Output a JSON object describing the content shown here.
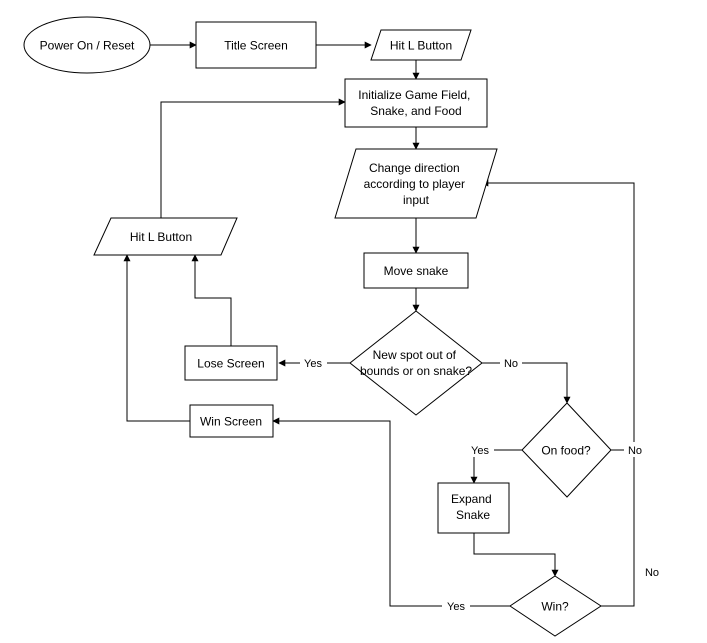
{
  "nodes": {
    "power_on": [
      "Power On / Reset"
    ],
    "title_screen": [
      "Title Screen"
    ],
    "hit_l_top": [
      "Hit L Button"
    ],
    "initialize": [
      "Initialize Game Field,",
      "Snake, and Food"
    ],
    "change_direction": [
      "Change direction",
      "according to player",
      "input"
    ],
    "move_snake": [
      "Move snake"
    ],
    "out_of_bounds": [
      "New spot out of",
      "bounds or on snake?"
    ],
    "lose_screen": [
      "Lose Screen"
    ],
    "hit_l_left": [
      "Hit L Button"
    ],
    "win_screen": [
      "Win Screen"
    ],
    "on_food": [
      "On food?"
    ],
    "expand_snake": [
      "Expand",
      "Snake"
    ],
    "win_check": [
      "Win?"
    ]
  },
  "edge_labels": {
    "oob_yes": "Yes",
    "oob_no": "No",
    "food_yes": "Yes",
    "food_no": "No",
    "win_yes": "Yes",
    "win_no": "No"
  }
}
